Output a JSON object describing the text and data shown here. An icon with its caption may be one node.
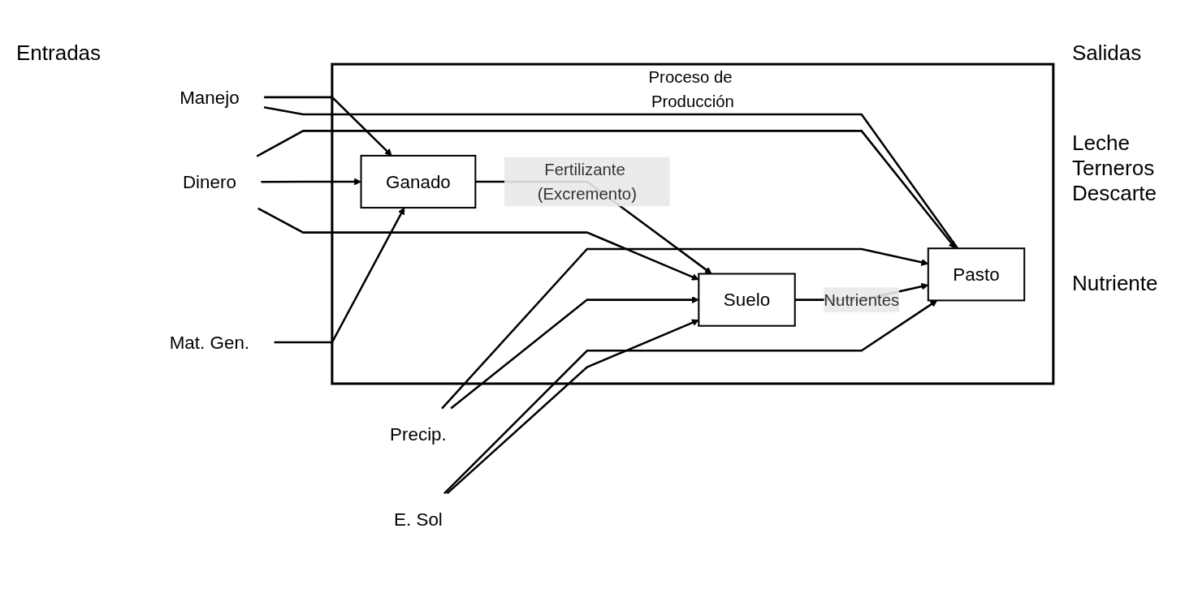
{
  "diagram": {
    "nodes": [
      {
        "text": [
          "Proceso de Producción"
        ]
      },
      {
        "text": [
          "Mat. Gen."
        ]
      },
      {
        "text": [
          "Pasto"
        ],
        "in": 0
      },
      {
        "text": [
          "Ganado"
        ],
        "in": 0
      },
      {
        "text": [
          "Manejo"
        ]
      },
      {
        "text": [
          "Dinero"
        ]
      },
      {
        "text": [
          "Precip."
        ]
      },
      {
        "text": [
          "Suelo"
        ],
        "in": 0
      },
      {
        "text": [
          "E. Sol"
        ]
      }
    ],
    "edges": [
      {
        "from": 1,
        "to": 3,
        "arrow": "to"
      },
      {
        "from": 4,
        "to": 3,
        "arrow": "to"
      },
      {
        "from": 4,
        "to": 2,
        "arrow": "none"
      },
      {
        "from": 5,
        "to": 2,
        "arrow": "to"
      },
      {
        "from": 5,
        "to": 3,
        "arrow": "to"
      },
      {
        "from": 5,
        "to": 7,
        "arrow": "to"
      },
      {
        "from": 6,
        "to": 2,
        "arrow": "to"
      },
      {
        "from": 6,
        "to": 7,
        "arrow": "to"
      },
      {
        "from": 8,
        "to": 2,
        "arrow": "to"
      },
      {
        "from": 8,
        "to": 7,
        "arrow": "to"
      },
      {
        "from": 7,
        "to": 2,
        "arrow": "to",
        "label": "Nutrientes"
      },
      {
        "from": 3,
        "to": 7,
        "arrow": "to",
        "label": "Fertilizante (Excremento)"
      }
    ],
    "labels": [
      "Entradas",
      "Salidas",
      "Leche Terneros Descarte",
      "Nutriente"
    ]
  }
}
